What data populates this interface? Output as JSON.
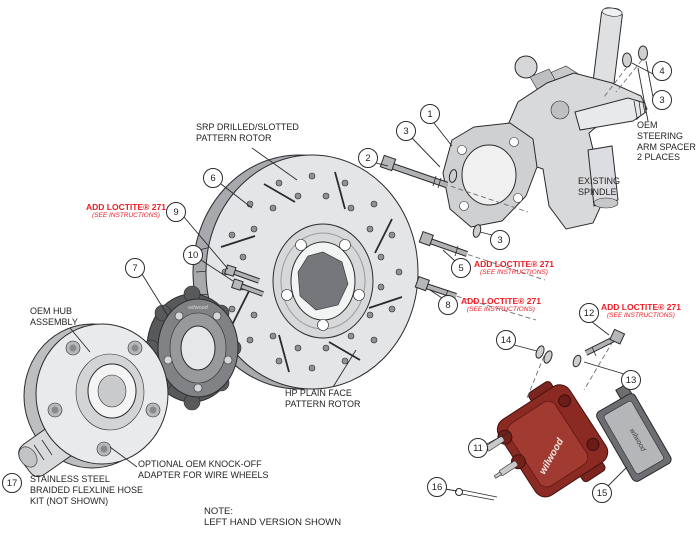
{
  "diagram": {
    "labels": {
      "srp_rotor": "SRP DRILLED/SLOTTED\nPATTERN ROTOR",
      "steering_spacer": "OEM\nSTEERING\nARM SPACER\n2 PLACES",
      "existing_spindle": "EXISTING\nSPINDLE",
      "oem_hub": "OEM HUB\nASSEMBLY",
      "hp_rotor": "HP PLAIN FACE\nPATTERN ROTOR",
      "knockoff_adapter": "OPTIONAL OEM KNOCK-OFF\nADAPTER FOR WIRE WHEELS",
      "flexline_kit": "STAINLESS STEEL\nBRAIDED FLEXLINE HOSE\nKIT (NOT SHOWN)",
      "note": "NOTE:\nLEFT HAND VERSION SHOWN"
    },
    "loctite": {
      "line1": "ADD LOCTITE® 271",
      "line2": "(SEE INSTRUCTIONS)"
    },
    "brand": "wilwood",
    "callouts": [
      "1",
      "2",
      "3",
      "3",
      "3",
      "4",
      "5",
      "6",
      "7",
      "8",
      "9",
      "10",
      "11",
      "12",
      "13",
      "14",
      "15",
      "16",
      "17"
    ],
    "colors": {
      "loctite_red": "#ed1c24",
      "line": "#2b2b2d",
      "caliper_red": "#8b2a23"
    }
  }
}
